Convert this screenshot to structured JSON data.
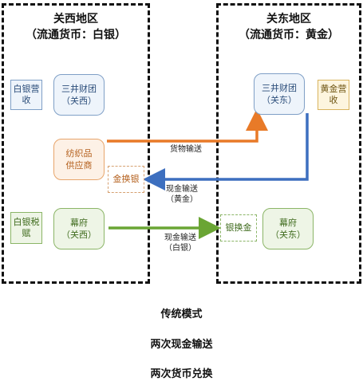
{
  "regions": {
    "west": {
      "title": "关西地区",
      "currency": "（流通货币：白银）"
    },
    "east": {
      "title": "关东地区",
      "currency": "（流通货币：黄金）"
    }
  },
  "nodes": {
    "mitsui_west": {
      "line1": "三井财团",
      "line2": "（关西）"
    },
    "mitsui_east": {
      "line1": "三井财团",
      "line2": "（关东）"
    },
    "textile": {
      "line1": "纺织品",
      "line2": "供应商"
    },
    "shogunate_west": {
      "line1": "幕府",
      "line2": "（关西）"
    },
    "shogunate_east": {
      "line1": "幕府",
      "line2": "（关东）"
    }
  },
  "tags": {
    "silver_revenue": {
      "line1": "白银",
      "line2": "营收"
    },
    "gold_revenue": {
      "line1": "黄金",
      "line2": "营收"
    },
    "silver_tax": {
      "line1": "白银",
      "line2": "税赋"
    },
    "gold_to_silver": "金换银",
    "silver_to_gold": "银换金"
  },
  "edges": {
    "goods": "货物输送",
    "cash_gold": {
      "line1": "现金输送",
      "line2": "（黄金）"
    },
    "cash_silver": {
      "line1": "现金输送",
      "line2": "（白银）"
    }
  },
  "captions": {
    "mode": "传统模式",
    "line1": "两次现金输送",
    "line2": "两次货币兑换"
  },
  "colors": {
    "orange": "#e87a28",
    "blue": "#3d6fbf",
    "green": "#6aa534"
  }
}
